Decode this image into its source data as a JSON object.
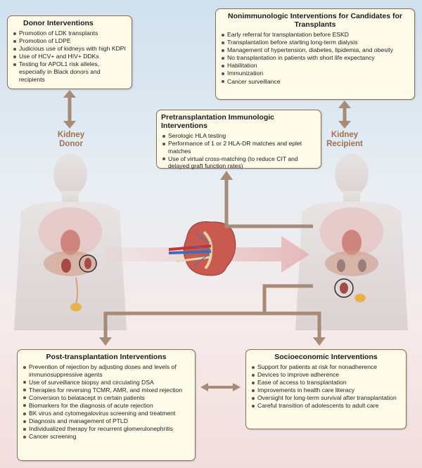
{
  "donor": {
    "title": "Donor Interventions",
    "items": [
      "Promotion of LDK transplants",
      "Promotion of LDPE",
      "Judicious use of kidneys with high KDPI",
      "Use of HCV+ and HIV+ DDKs",
      "Testing for APOL1 risk alleles, especially in Black donors and recipients"
    ]
  },
  "nonimmunologic": {
    "title": "Nonimmunologic Interventions for Candidates for Transplants",
    "items": [
      "Early referral for transplantation before ESKD",
      "Transplantation before starting long-term dialysis",
      "Management of hypertension, diabetes, lipidemia, and obesity",
      "No transplantation in patients with short life expectancy",
      "Habilitation",
      "Immunization",
      "Cancer surveillance"
    ]
  },
  "pretransplantation": {
    "title": "Pretransplantation Immunologic Interventions",
    "items": [
      "Serologic HLA testing",
      "Performance of 1 or 2 HLA-DR matches and eplet matches",
      "Use of virtual cross-matching (to reduce CIT and delayed graft function rates)"
    ]
  },
  "posttransplantation": {
    "title": "Post-transplantation Interventions",
    "items": [
      "Prevention of rejection by adjusting doses and levels of immunosuppressive agents",
      "Use of surveillance biopsy and circulating DSA",
      "Therapies for reversing TCMR, AMR, and mixed rejection",
      "Conversion to belatacept in certain patients",
      "Biomarkers for the diagnosis of acute rejection",
      "BK virus and cytomegalovirus screening and treatment",
      "Diagnosis and management of PTLD",
      "Individualized therapy for recurrent glomerulonephritis",
      "Cancer screening"
    ]
  },
  "socioeconomic": {
    "title": "Socioeconomic Interventions",
    "items": [
      "Support for patients at risk for nonadherence",
      "Devices to improve adherence",
      "Ease of access to transplantation",
      "Improvements in health care literacy",
      "Oversight for long-term survival after transplantation",
      "Careful transition of adolescents to adult care"
    ]
  },
  "labels": {
    "donor_line1": "Kidney",
    "donor_line2": "Donor",
    "recipient_line1": "Kidney",
    "recipient_line2": "Recipient"
  },
  "colors": {
    "arrow": "#a88b76",
    "box_fill": "#fffbe9",
    "box_border": "#8a6d55",
    "label": "#a07050"
  }
}
